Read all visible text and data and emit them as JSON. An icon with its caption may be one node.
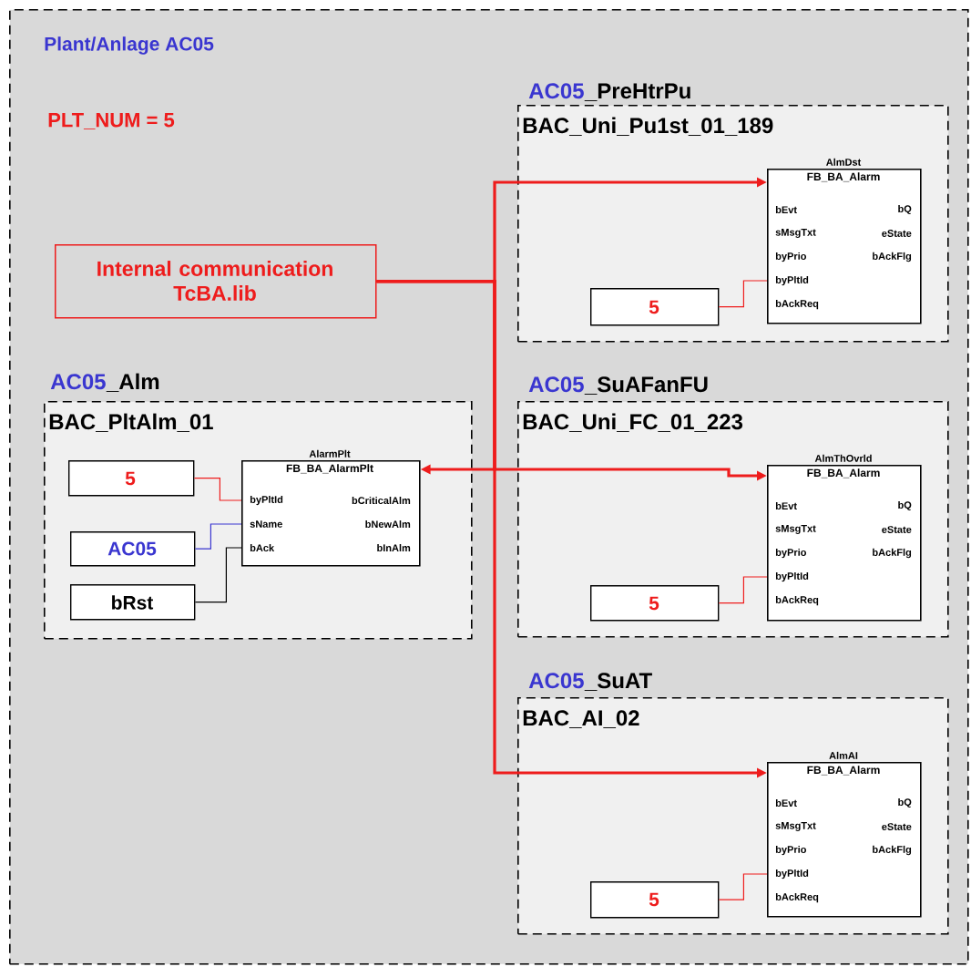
{
  "diagram": {
    "nodes": [
      {
        "text": [
          "Plant/Anlage AC05"
        ]
      },
      {
        "text": [
          "Internal communication TcBA.lib"
        ],
        "in": 0
      },
      {
        "text": [
          "AC05",
          "_Alm",
          "BAC_PltAlm_01"
        ],
        "in": 0
      },
      {
        "text": [
          "5"
        ],
        "in": 2
      },
      {
        "text": [
          "AC05"
        ],
        "in": 2
      },
      {
        "text": [
          "bRst"
        ],
        "in": 2
      },
      {
        "text": [
          "AlarmPlt",
          "FB_BA_AlarmPlt",
          "byPltId",
          "bCriticalAlm",
          "sName",
          "bNewAlm",
          "bAck",
          "bInAlm"
        ],
        "in": 2
      },
      {
        "text": [
          "AC05",
          "_PreHtrPu",
          "BAC_Uni_Pu1st_01_189"
        ],
        "in": 0
      },
      {
        "text": [
          "5"
        ],
        "in": 7
      },
      {
        "text": [
          "AlmDst",
          "FB_BA_Alarm",
          "bEvt",
          "bQ",
          "sMsgTxt",
          "eState",
          "byPrio",
          "bAckFlg",
          "byPltId",
          "bAckReq"
        ],
        "in": 7
      },
      {
        "text": [
          "AC05",
          "_SuAFanFU",
          "BAC_Uni_FC_01_223"
        ],
        "in": 0
      },
      {
        "text": [
          "5"
        ],
        "in": 10
      },
      {
        "text": [
          "AlmThOvrld",
          "FB_BA_Alarm",
          "bEvt",
          "bQ",
          "sMsgTxt",
          "eState",
          "byPrio",
          "bAckFlg",
          "byPltId",
          "bAckReq"
        ],
        "in": 10
      },
      {
        "text": [
          "AC05",
          "_SuAT",
          "BAC_AI_02"
        ],
        "in": 0
      },
      {
        "text": [
          "5"
        ],
        "in": 13
      },
      {
        "text": [
          "AlmAI",
          "FB_BA_Alarm",
          "bEvt",
          "bQ",
          "sMsgTxt",
          "eState",
          "byPrio",
          "bAckFlg",
          "byPltId",
          "bAckReq"
        ],
        "in": 13
      }
    ],
    "edges": [
      {
        "from": 1,
        "to": 9,
        "arrow": "to",
        "style": "thick"
      },
      {
        "from": 1,
        "to": 6,
        "arrow": "to",
        "style": "thick"
      },
      {
        "from": 1,
        "to": 12,
        "arrow": "to",
        "style": "thick"
      },
      {
        "from": 1,
        "to": 15,
        "arrow": "to",
        "style": "thick"
      },
      {
        "from": 3,
        "to": 6,
        "arrow": "none"
      },
      {
        "from": 4,
        "to": 6,
        "arrow": "none",
        "color": "#3a36d0"
      },
      {
        "from": 5,
        "to": 6,
        "arrow": "none",
        "color": "#000000"
      },
      {
        "from": 8,
        "to": 9,
        "arrow": "none"
      },
      {
        "from": 11,
        "to": 12,
        "arrow": "none"
      },
      {
        "from": 14,
        "to": 15,
        "arrow": "none"
      }
    ],
    "labels": [
      "PLT_NUM = 5"
    ]
  }
}
